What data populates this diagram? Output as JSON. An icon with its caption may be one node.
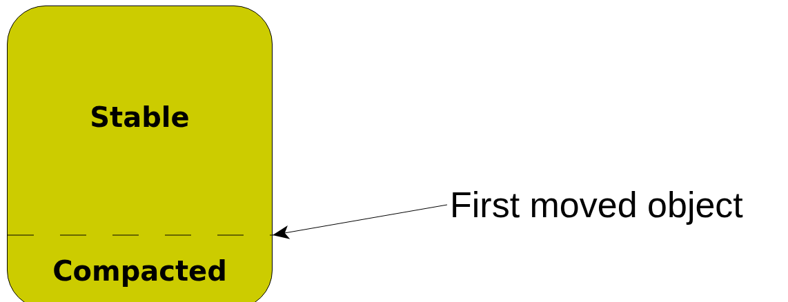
{
  "diagram": {
    "nodes": [
      {
        "text": [],
        "shape": "box"
      },
      {
        "text": [
          "Stable"
        ],
        "in": 0
      },
      {
        "text": [
          "Compacted"
        ],
        "in": 0
      },
      {
        "text": [
          "First moved object"
        ]
      },
      {
        "text": [],
        "shape": "line",
        "in": 0
      }
    ],
    "edges": [
      {
        "from": 3,
        "to": 4,
        "arrow": "to"
      }
    ]
  }
}
